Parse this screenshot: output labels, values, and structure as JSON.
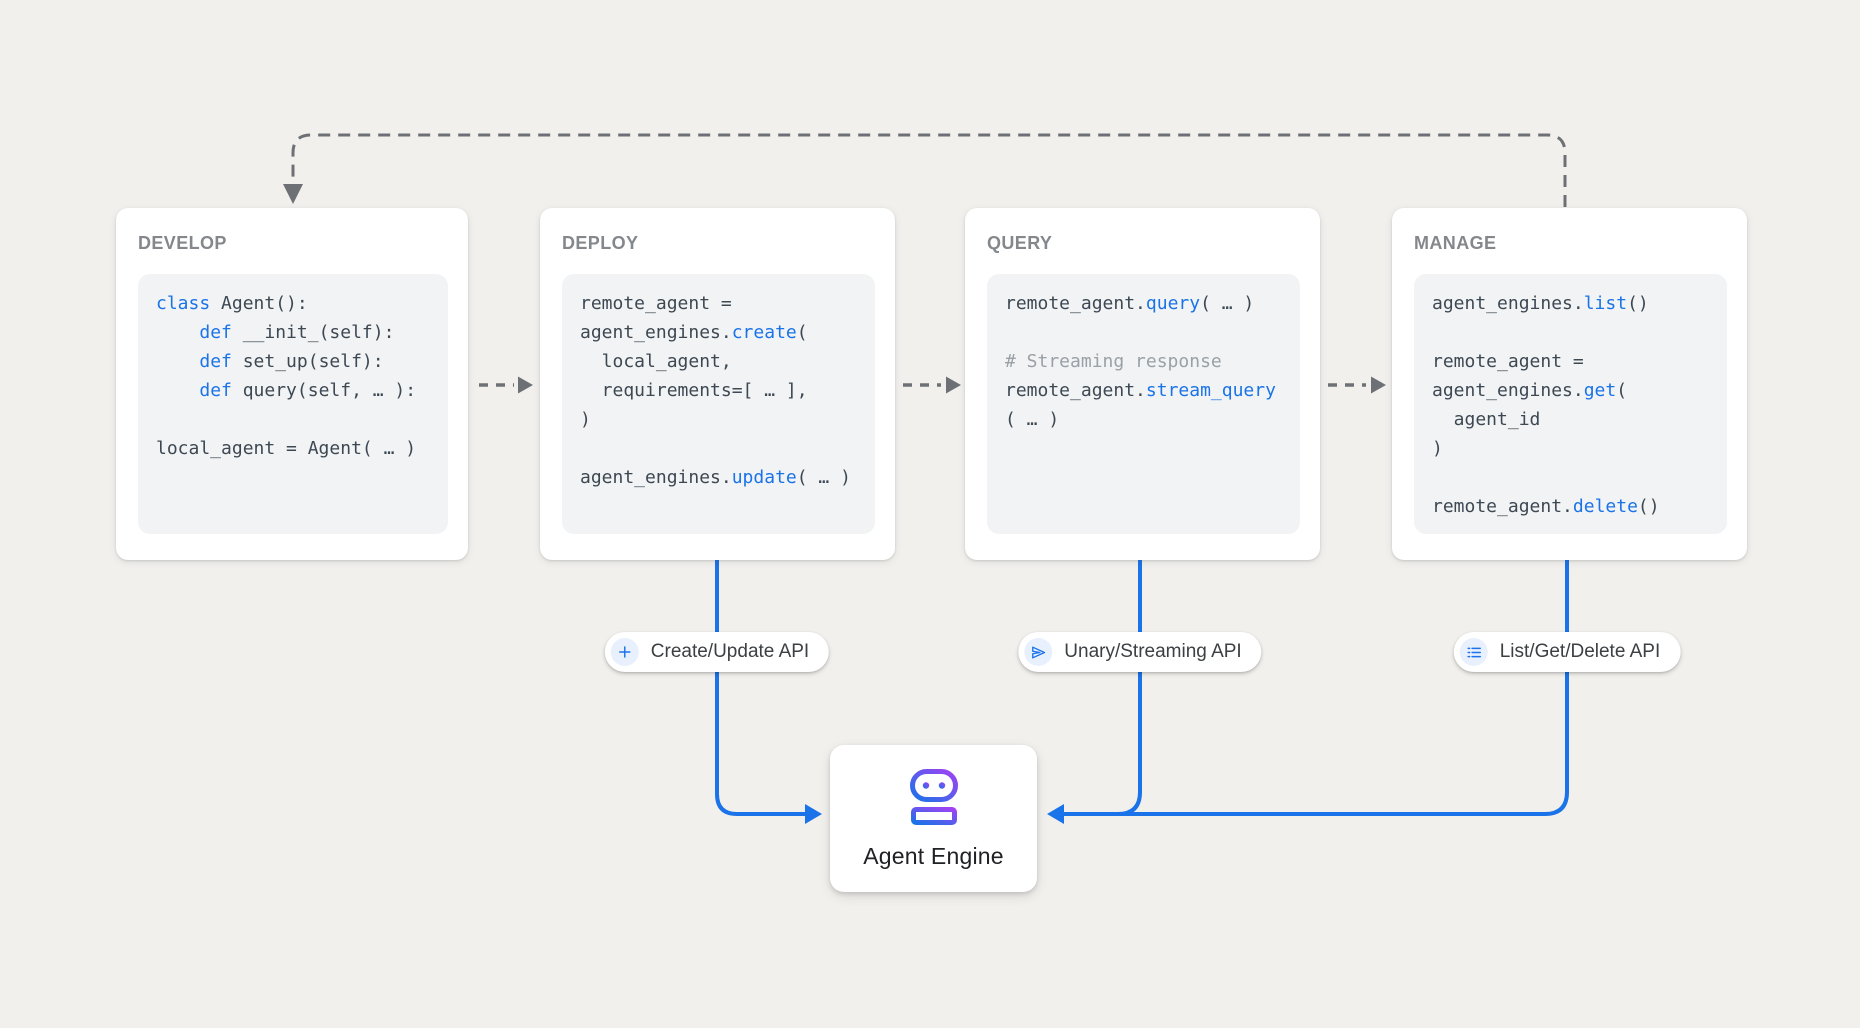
{
  "colors": {
    "background": "#f2f0ed",
    "accent_blue": "#1a73e8",
    "connector_gray": "#6d7175",
    "code_text": "#3d4853",
    "comment_gray": "#9aa0a6",
    "title_gray": "#84888c",
    "code_block_bg": "#f1f3f4",
    "robot_gradient_start": "#1a73e8",
    "robot_gradient_end": "#a142f4"
  },
  "cards": [
    {
      "title": "DEVELOP",
      "code": [
        [
          {
            "t": "class",
            "s": "b"
          },
          {
            "t": " Agent():"
          }
        ],
        [
          {
            "t": "    "
          },
          {
            "t": "def",
            "s": "b"
          },
          {
            "t": " __init_(self):"
          }
        ],
        [
          {
            "t": "    "
          },
          {
            "t": "def",
            "s": "b"
          },
          {
            "t": " set_up(self):"
          }
        ],
        [
          {
            "t": "    "
          },
          {
            "t": "def",
            "s": "b"
          },
          {
            "t": " query(self, … ):"
          }
        ],
        [],
        [
          {
            "t": "local_agent = Agent( … )"
          }
        ]
      ]
    },
    {
      "title": "DEPLOY",
      "code": [
        [
          {
            "t": "remote_agent ="
          }
        ],
        [
          {
            "t": "agent_engines."
          },
          {
            "t": "create",
            "s": "b"
          },
          {
            "t": "("
          }
        ],
        [
          {
            "t": "  local_agent,"
          }
        ],
        [
          {
            "t": "  requirements=[ … ],"
          }
        ],
        [
          {
            "t": ")"
          }
        ],
        [],
        [
          {
            "t": "agent_engines."
          },
          {
            "t": "update",
            "s": "b"
          },
          {
            "t": "( … )"
          }
        ]
      ]
    },
    {
      "title": "QUERY",
      "code": [
        [
          {
            "t": "remote_agent."
          },
          {
            "t": "query",
            "s": "b"
          },
          {
            "t": "( … )"
          }
        ],
        [],
        [
          {
            "t": "# Streaming response",
            "s": "c"
          }
        ],
        [
          {
            "t": "remote_agent."
          },
          {
            "t": "stream_query",
            "s": "b"
          }
        ],
        [
          {
            "t": "( … )"
          }
        ]
      ]
    },
    {
      "title": "MANAGE",
      "code": [
        [
          {
            "t": "agent_engines."
          },
          {
            "t": "list",
            "s": "b"
          },
          {
            "t": "()"
          }
        ],
        [],
        [
          {
            "t": "remote_agent ="
          }
        ],
        [
          {
            "t": "agent_engines."
          },
          {
            "t": "get",
            "s": "b"
          },
          {
            "t": "("
          }
        ],
        [
          {
            "t": "  agent_id"
          }
        ],
        [
          {
            "t": ")"
          }
        ],
        [],
        [
          {
            "t": "remote_agent."
          },
          {
            "t": "delete",
            "s": "b"
          },
          {
            "t": "()"
          }
        ]
      ]
    }
  ],
  "pills": [
    {
      "label": "Create/Update API",
      "icon": "plus-icon"
    },
    {
      "label": "Unary/Streaming API",
      "icon": "send-icon"
    },
    {
      "label": "List/Get/Delete API",
      "icon": "list-icon"
    }
  ],
  "engine": {
    "label": "Agent Engine",
    "icon": "robot-icon"
  }
}
